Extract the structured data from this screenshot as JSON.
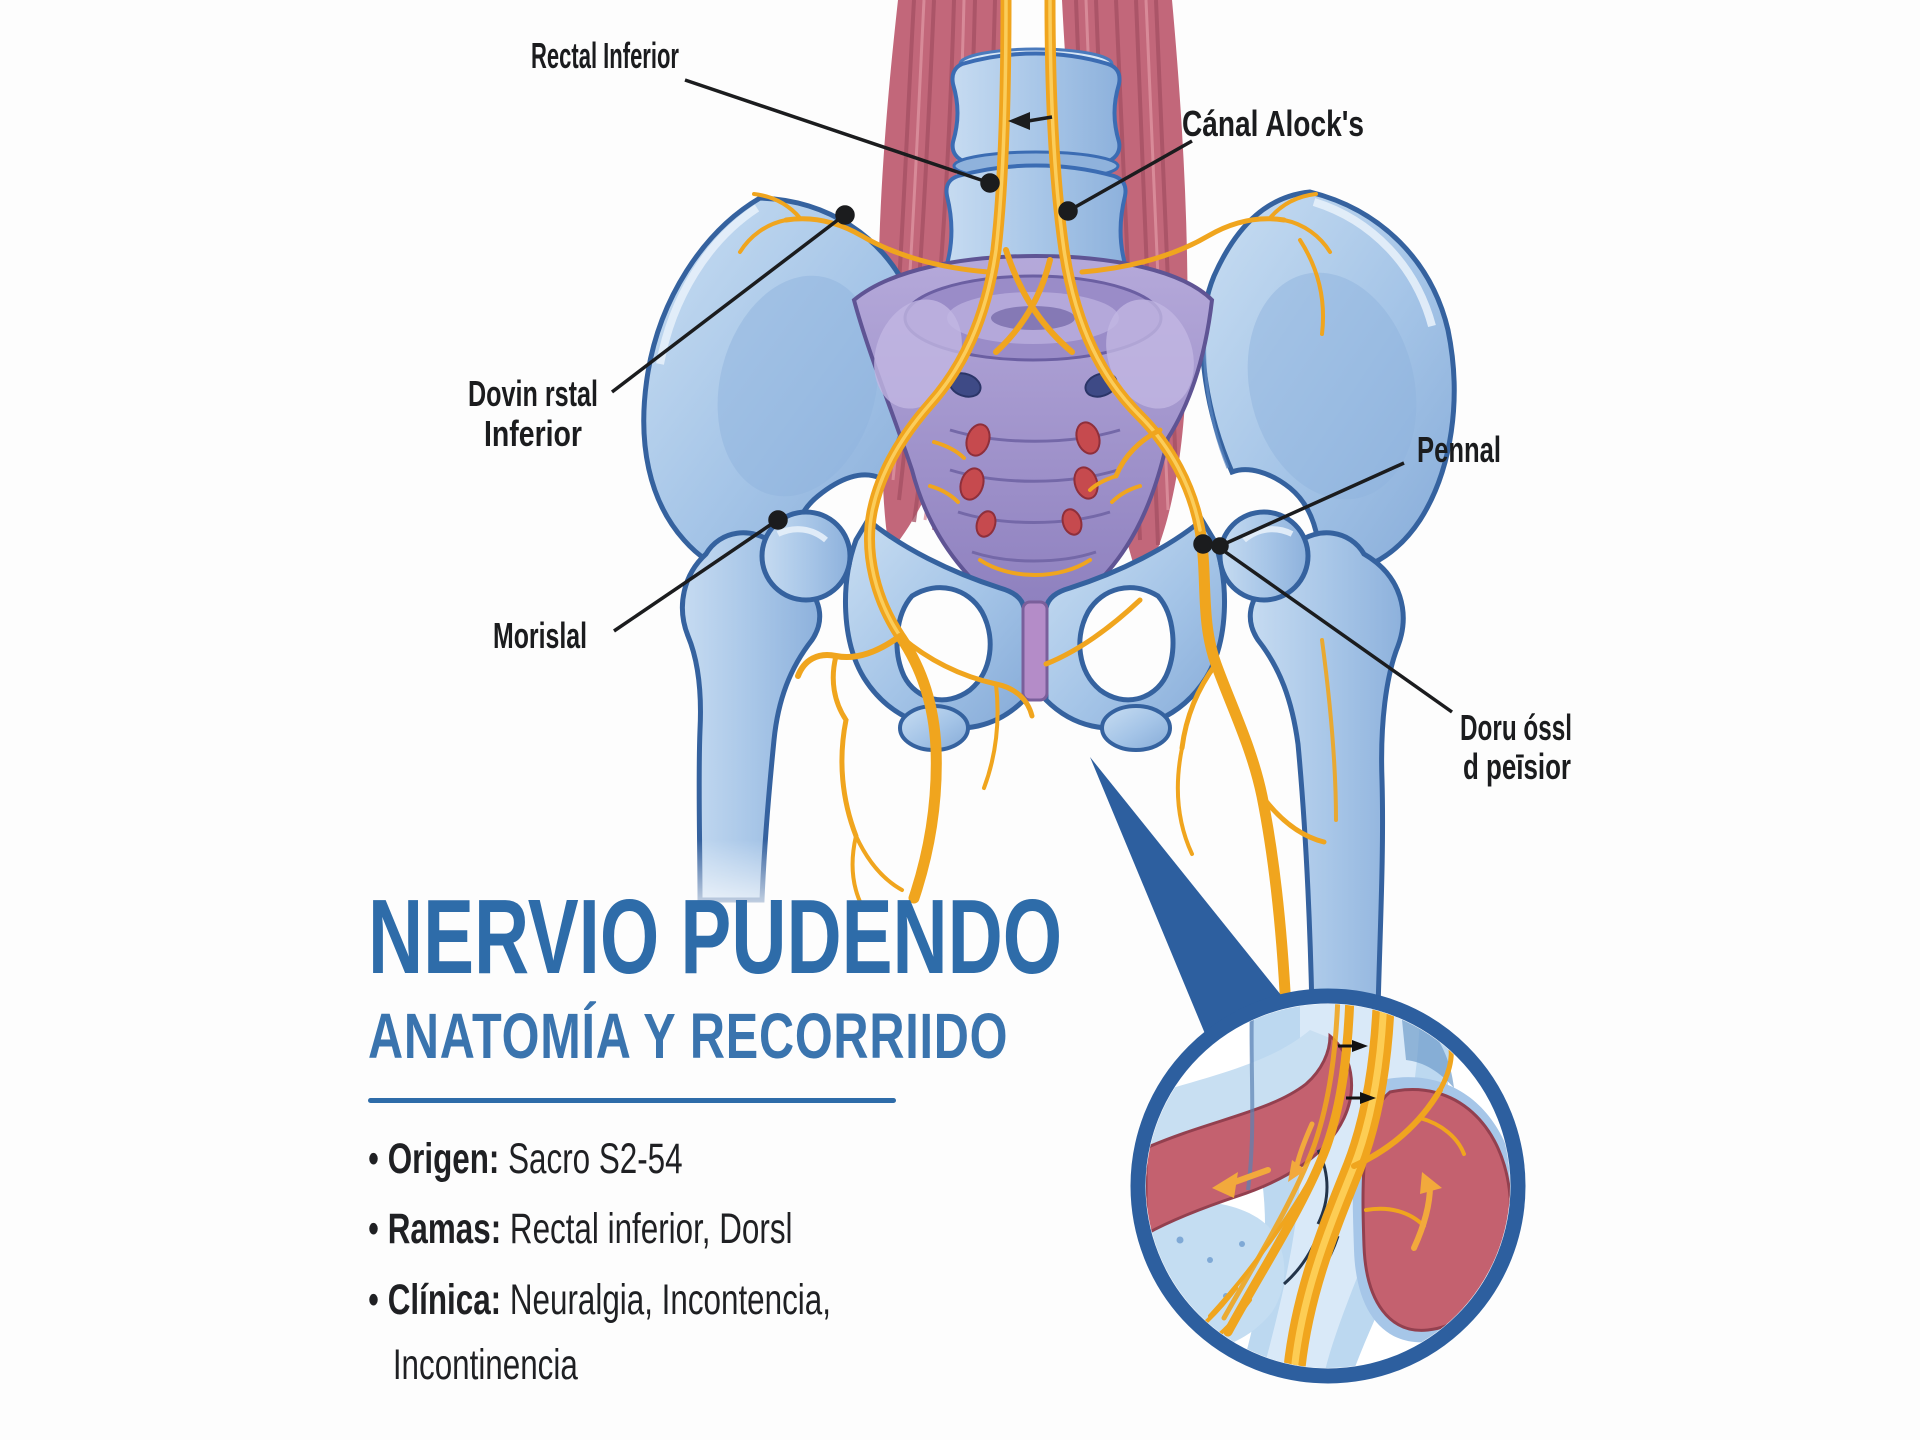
{
  "title_block": {
    "title": "NERVIO PUDENDO",
    "subtitle": "ANATOMÍA Y RECORRIIDO"
  },
  "facts": {
    "bullet_char": "•",
    "items": [
      {
        "label": "Origen:",
        "value": "Sacro S2-54"
      },
      {
        "label": "Ramas:",
        "value": "Rectal inferior, Dorsl"
      },
      {
        "label": "Clínica:",
        "value": "Neuralgia, Incontencia, Incontinencia"
      }
    ]
  },
  "annotations": {
    "rectal_inferior": "Rectal Inferior",
    "canal_alocks": "Cánal Alock's",
    "dorsal_rectal_line1": "Dovin rstal",
    "dorsal_rectal_line2": "Inferior",
    "morislal": "Morislal",
    "pennal": "Pennal",
    "dorsal_posterior_line1": "Doru óssl",
    "dorsal_posterior_line2": "d peīsior"
  },
  "colors": {
    "accent_blue": "#2e6ca9",
    "inset_ring": "#2d5f9f",
    "bone_fill": "#a9c7e8",
    "bone_outline": "#35629f",
    "sacrum_purple": "#a395cc",
    "muscle_red": "#c2677a",
    "nerve_yellow": "#f0a51e",
    "label_ink": "#1b1c1e"
  }
}
